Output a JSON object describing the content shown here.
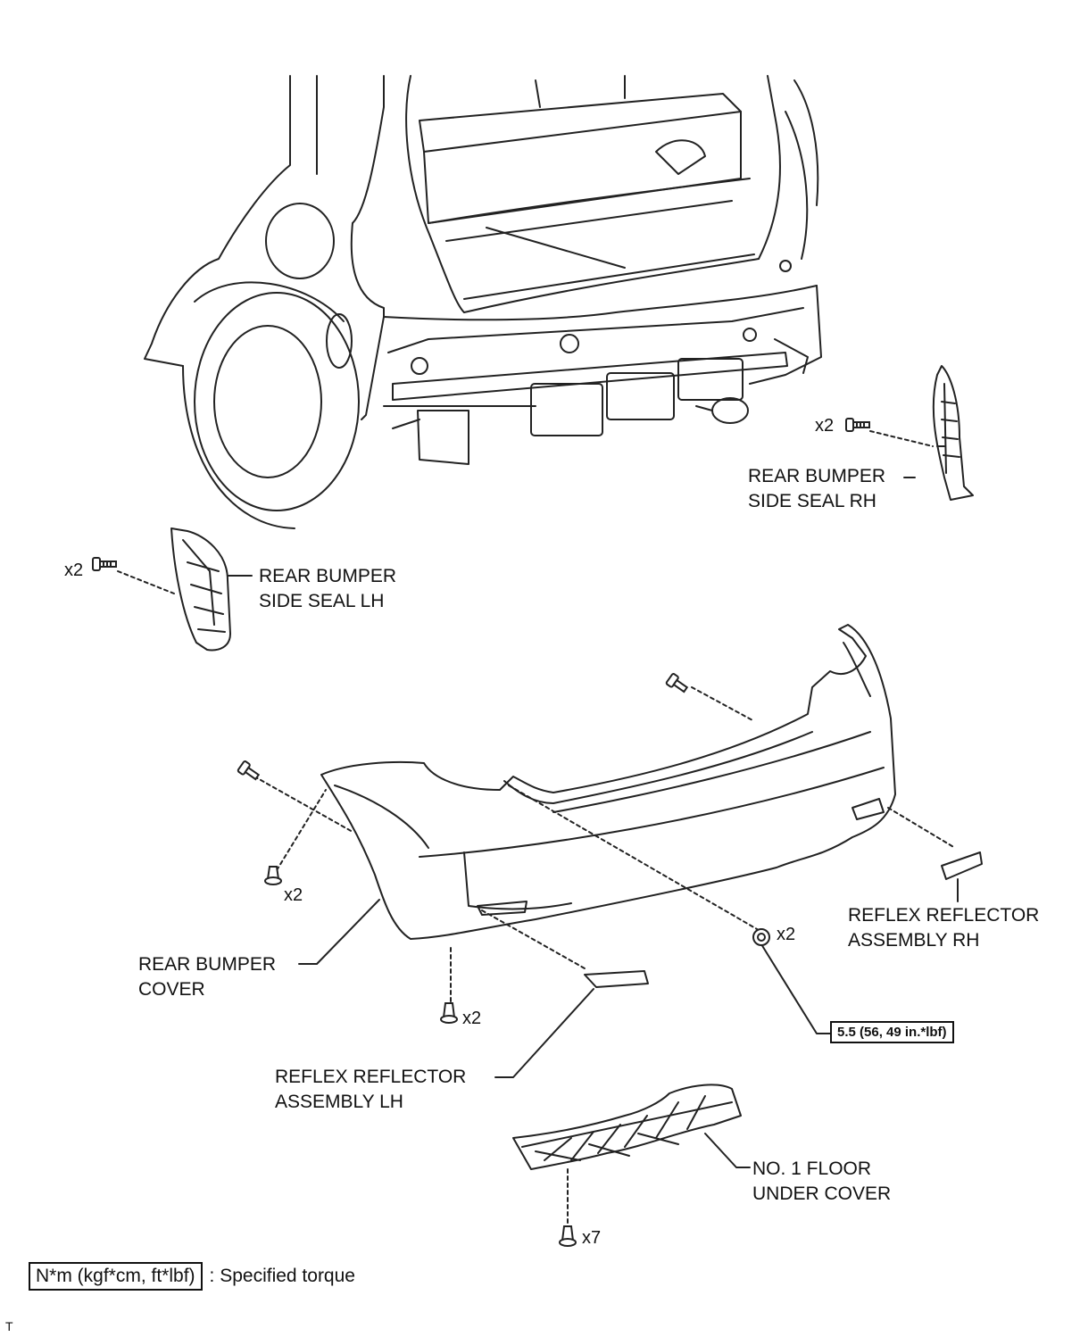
{
  "labels": {
    "side_seal_rh": [
      "REAR BUMPER",
      "SIDE SEAL RH"
    ],
    "side_seal_lh": [
      "REAR BUMPER",
      "SIDE SEAL LH"
    ],
    "bumper_cover": [
      "REAR BUMPER",
      "COVER"
    ],
    "reflector_rh": [
      "REFLEX REFLECTOR",
      "ASSEMBLY RH"
    ],
    "reflector_lh": [
      "REFLEX REFLECTOR",
      "ASSEMBLY LH"
    ],
    "floor_cover": [
      "NO. 1 FLOOR",
      "UNDER COVER"
    ]
  },
  "quantities": {
    "seal_rh_screws": "x2",
    "seal_lh_screws": "x2",
    "cover_clips_left": "x2",
    "cover_clips_bottom": "x2",
    "cover_bolts": "x2",
    "floor_cover_clips": "x7"
  },
  "torque": "5.5 (56, 49 in.*lbf)",
  "legend": {
    "unit": "N*m (kgf*cm, ft*lbf)",
    "description": ": Specified torque"
  },
  "corner_mark": "T",
  "icons": [
    "screw-icon",
    "clip-icon",
    "bolt-icon"
  ]
}
